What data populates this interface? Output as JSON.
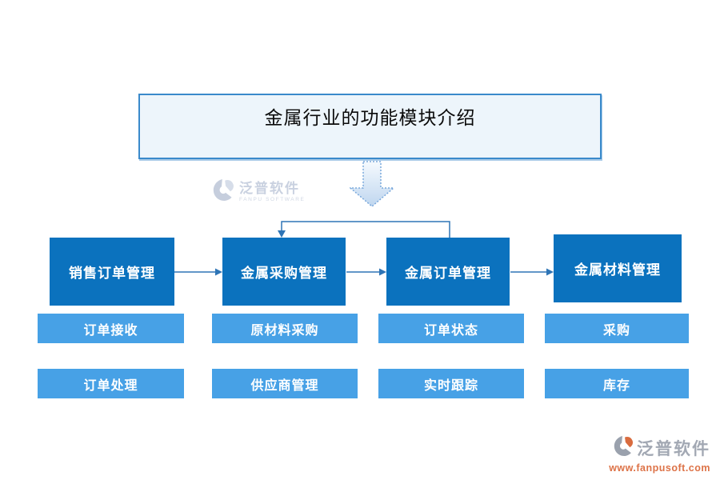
{
  "title": "金属行业的功能模块介绍",
  "watermark": {
    "name": "泛普软件",
    "subtitle": "FANPU SOFTWARE"
  },
  "footer_logo": {
    "name": "泛普软件",
    "url": "www.fanpusoft.com"
  },
  "modules": [
    {
      "title": "销售订单管理",
      "items": [
        "订单接收",
        "订单处理"
      ]
    },
    {
      "title": "金属采购管理",
      "items": [
        "原材料采购",
        "供应商管理"
      ]
    },
    {
      "title": "金属订单管理",
      "items": [
        "订单状态",
        "实时跟踪"
      ]
    },
    {
      "title": "金属材料管理",
      "items": [
        "采购",
        "库存"
      ]
    }
  ],
  "colors": {
    "module_box": "#0B72BE",
    "submodule_box": "#47A1E6",
    "title_background": "#EDF5FB",
    "title_border": "#3A8ACB",
    "connector": "#2E75B6",
    "big_arrow_fill_top": "#F5FAFE",
    "big_arrow_fill_bottom": "#BFD6EF",
    "big_arrow_border": "#79A8DC",
    "watermark_gray": "#C9D1E0",
    "footer_gray": "#A2A8B3",
    "footer_orange": "#DD7348"
  }
}
